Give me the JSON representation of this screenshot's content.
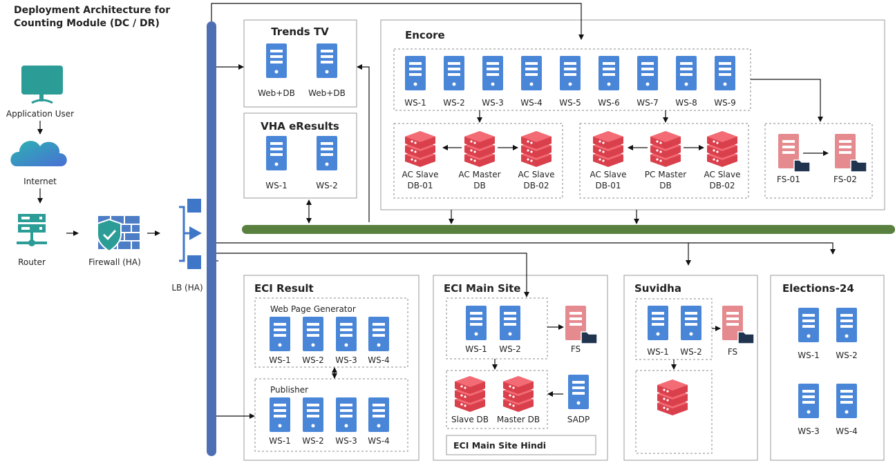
{
  "title": [
    "Deployment Architecture for",
    "Counting Module (DC / DR)"
  ],
  "user_chain": {
    "application_user": "Application User",
    "internet": "Internet",
    "router": "Router",
    "firewall": "Firewall (HA)",
    "lb": "LB (HA)"
  },
  "trends_tv": {
    "title": "Trends TV",
    "servers": [
      "Web+DB",
      "Web+DB"
    ]
  },
  "vha": {
    "title": "VHA eResults",
    "servers": [
      "WS-1",
      "WS-2"
    ]
  },
  "encore": {
    "title": "Encore",
    "servers": [
      "WS-1",
      "WS-2",
      "WS-3",
      "WS-4",
      "WS-5",
      "WS-6",
      "WS-7",
      "WS-8",
      "WS-9"
    ],
    "db_group_ac": [
      "AC Slave\nDB-01",
      "AC Master\nDB",
      "AC Slave\nDB-02"
    ],
    "db_group_pc": [
      "AC Slave\nDB-01",
      "PC Master\nDB",
      "AC Slave\nDB-02"
    ],
    "fs": [
      "FS-01",
      "FS-02"
    ]
  },
  "eci_result": {
    "title": "ECI Result",
    "group1_title": "Web Page Generator",
    "group1": [
      "WS-1",
      "WS-2",
      "WS-3",
      "WS-4"
    ],
    "group2_title": "Publisher",
    "group2": [
      "WS-1",
      "WS-2",
      "WS-3",
      "WS-4"
    ]
  },
  "eci_main": {
    "title": "ECI Main Site",
    "servers": [
      "WS-1",
      "WS-2"
    ],
    "fs": "FS",
    "dbs": [
      "Slave DB",
      "Master DB"
    ],
    "sadp": "SADP",
    "hindi": "ECI Main Site Hindi"
  },
  "suvidha": {
    "title": "Suvidha",
    "servers": [
      "WS-1",
      "WS-2"
    ],
    "fs": "FS"
  },
  "elections": {
    "title": "Elections-24",
    "servers": [
      "WS-1",
      "WS-2",
      "WS-3",
      "WS-4"
    ]
  },
  "colors": {
    "server": "#4a86d8",
    "db": "#e8535e",
    "fs": "#e58a8e",
    "bus": "#5a8040",
    "lb_bar": "#4f6fb5",
    "user_icon": "#2b9c96"
  }
}
